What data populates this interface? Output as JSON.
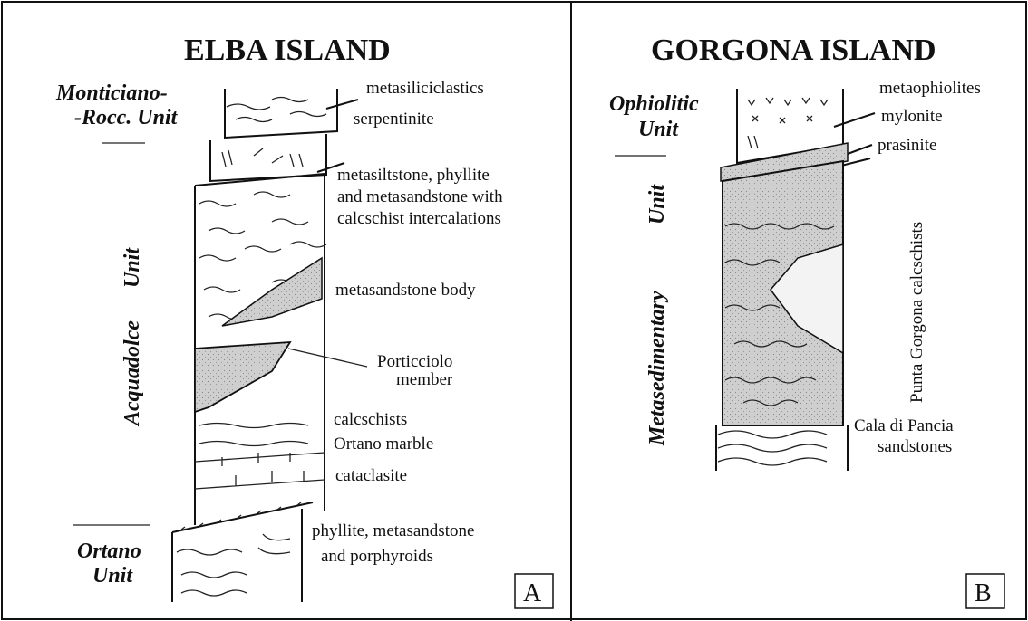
{
  "panel_a": {
    "title": "ELBA   ISLAND",
    "box_label": "A",
    "units": {
      "monticiano_1": "Monticiano-",
      "monticiano_2": "-Rocc. Unit",
      "acquadolce": "Acquadolce",
      "acquadolce_unit": "Unit",
      "ortano_1": "Ortano",
      "ortano_2": "Unit"
    },
    "labels": {
      "metasiliciclastics": "metasiliciclastics",
      "serpentinite": "serpentinite",
      "metasiltstone_1": "metasiltstone, phyllite",
      "metasiltstone_2": "and metasandstone with",
      "metasiltstone_3": "calcschist intercalations",
      "metasandstone_body": "metasandstone body",
      "porticciolo_1": "Porticciolo",
      "porticciolo_2": "member",
      "calcschists": "calcschists",
      "ortano_marble": "Ortano marble",
      "cataclasite": "cataclasite",
      "phyllite_1": "phyllite, metasandstone",
      "phyllite_2": "and porphyroids"
    }
  },
  "panel_b": {
    "title": "GORGONA   ISLAND",
    "box_label": "B",
    "units": {
      "ophiolitic": "Ophiolitic",
      "ophiolitic_unit": "Unit",
      "metasedimentary": "Metasedimentary",
      "metasedimentary_unit": "Unit"
    },
    "labels": {
      "metaophiolites": "metaophiolites",
      "mylonite": "mylonite",
      "prasinite": "prasinite",
      "punta_gorgona": "Punta Gorgona calcschists",
      "cala_1": "Cala di Pancia",
      "cala_2": "sandstones"
    }
  },
  "colors": {
    "stipple_fill": "#cfcfcf",
    "ink": "#111111"
  }
}
